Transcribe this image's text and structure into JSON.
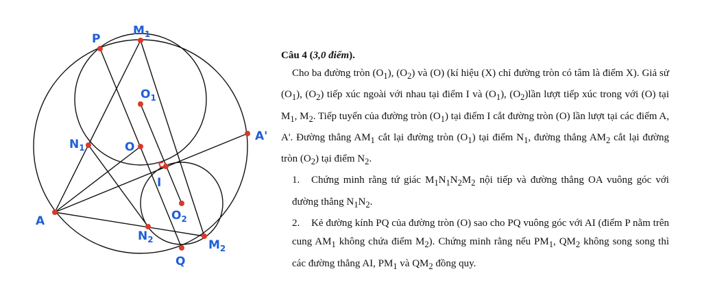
{
  "figure": {
    "points": {
      "P": "P",
      "M1": "M",
      "M1_sub": "1",
      "O1": "O",
      "O1_sub": "1",
      "N1": "N",
      "N1_sub": "1",
      "O": "O",
      "A_prime": "A'",
      "I": "I",
      "A": "A",
      "N2": "N",
      "N2_sub": "2",
      "O2": "O",
      "O2_sub": "2",
      "M2": "M",
      "M2_sub": "2",
      "Q": "Q"
    },
    "colors": {
      "label": "#1f5fd6",
      "point": "#d83a2a",
      "line": "#111111"
    }
  },
  "problem": {
    "title_bold": "Câu 4 (",
    "title_italic": "3,0 điểm",
    "title_end": ").",
    "intro": [
      "Cho ba đường tròn (O",
      "), (O",
      ") và (O) (kí hiệu (X) chỉ đường tròn có tâm là điểm X). Giả sử (O",
      "), (O",
      ") tiếp xúc ngoài với nhau tại điểm I và (O",
      "), (O",
      ")lần lượt tiếp xúc trong với (O) tại M",
      ", M",
      ". Tiếp tuyến của đường tròn (O",
      ") tại điểm I cắt đường tròn (O) lần lượt tại các điểm A, A'. Đường thẳng AM",
      " cắt lại đường tròn (O",
      ") tại điểm N",
      ", đường thẳng AM",
      " cắt lại đường tròn (O",
      ") tại điểm N",
      "."
    ],
    "item1_num": "1.",
    "item1": [
      "Chứng minh rằng tứ giác M",
      "N",
      "N",
      "M",
      " nội tiếp và đường thẳng OA vuông góc với đường thẳng N",
      "N",
      "."
    ],
    "item2_num": "2.",
    "item2": [
      "Kẻ đường kính PQ của đường tròn (O) sao cho PQ vuông góc với AI (điểm P nằm trên cung AM",
      " không chứa điểm M",
      "). Chứng minh rằng nếu PM",
      ", QM",
      " không song song thì các đường thẳng AI, PM",
      " và QM",
      " đồng quy."
    ],
    "subs": {
      "one": "1",
      "two": "2"
    }
  }
}
